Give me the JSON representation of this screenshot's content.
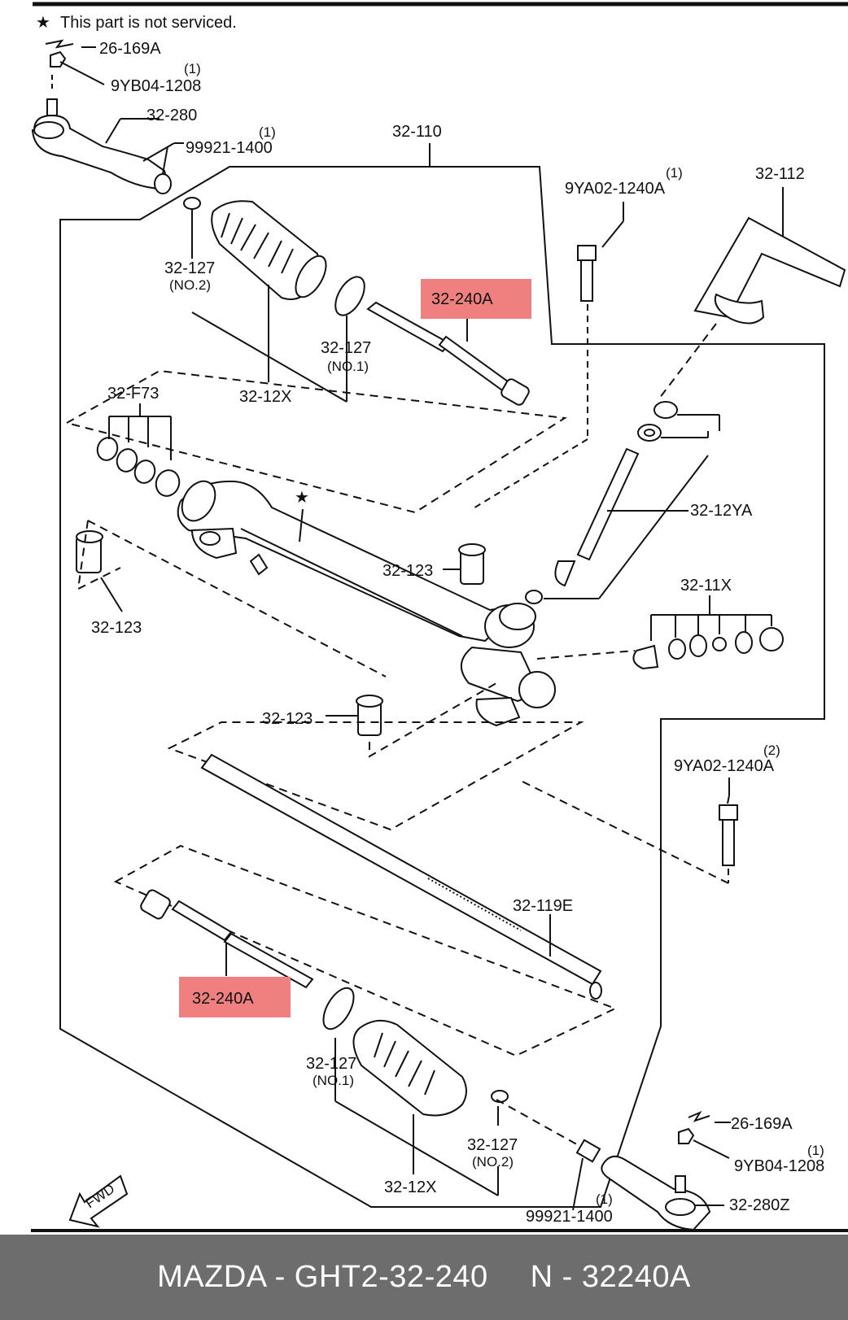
{
  "note": "This part is not serviced.",
  "note_symbol": "★",
  "labels": {
    "tie_rod_lock_top": "26-169A",
    "nut_top": "9YB04-1208",
    "nut_top_qty": "(1)",
    "tie_rod_end_left": "32-280",
    "washer_top": "99921-1400",
    "washer_top_qty": "(1)",
    "gear_assembly": "32-110",
    "bolt_top": "9YA02-1240A",
    "bolt_top_qty": "(1)",
    "housing_cover": "32-112",
    "clamp_no2_top": "32-127",
    "clamp_no2_top_sub": "(NO.2)",
    "inner_rod_top": "32-240A",
    "clamp_no1_top": "32-127",
    "clamp_no1_top_sub": "(NO.1)",
    "boot_top": "32-12X",
    "seal_kit": "32-F73",
    "star_mark": "★",
    "pinion": "32-12YA",
    "mount_center": "32-123",
    "mount_left": "32-123",
    "seal_set": "32-11X",
    "mount_bottom": "32-123",
    "bolt_bottom": "9YA02-1240A",
    "bolt_bottom_qty": "(2)",
    "rack": "32-119E",
    "inner_rod_bottom": "32-240A",
    "clamp_no1_bottom": "32-127",
    "clamp_no1_bottom_sub": "(NO.1)",
    "clamp_no2_bottom": "32-127",
    "clamp_no2_bottom_sub": "(NO.2)",
    "boot_bottom": "32-12X",
    "tie_rod_lock_bottom": "26-169A",
    "nut_bottom": "9YB04-1208",
    "nut_bottom_qty": "(1)",
    "tie_rod_end_right": "32-280Z",
    "washer_bottom": "99921-1400",
    "washer_bottom_qty": "(1)",
    "fwd": "FWD"
  },
  "highlight_color": "#f08080",
  "footer": {
    "left": "MAZDA - GHT2-32-240",
    "right": "N - 32240A"
  },
  "colors": {
    "line": "#111111",
    "footer_bg": "#6d6d6d",
    "footer_text": "#ffffff"
  }
}
